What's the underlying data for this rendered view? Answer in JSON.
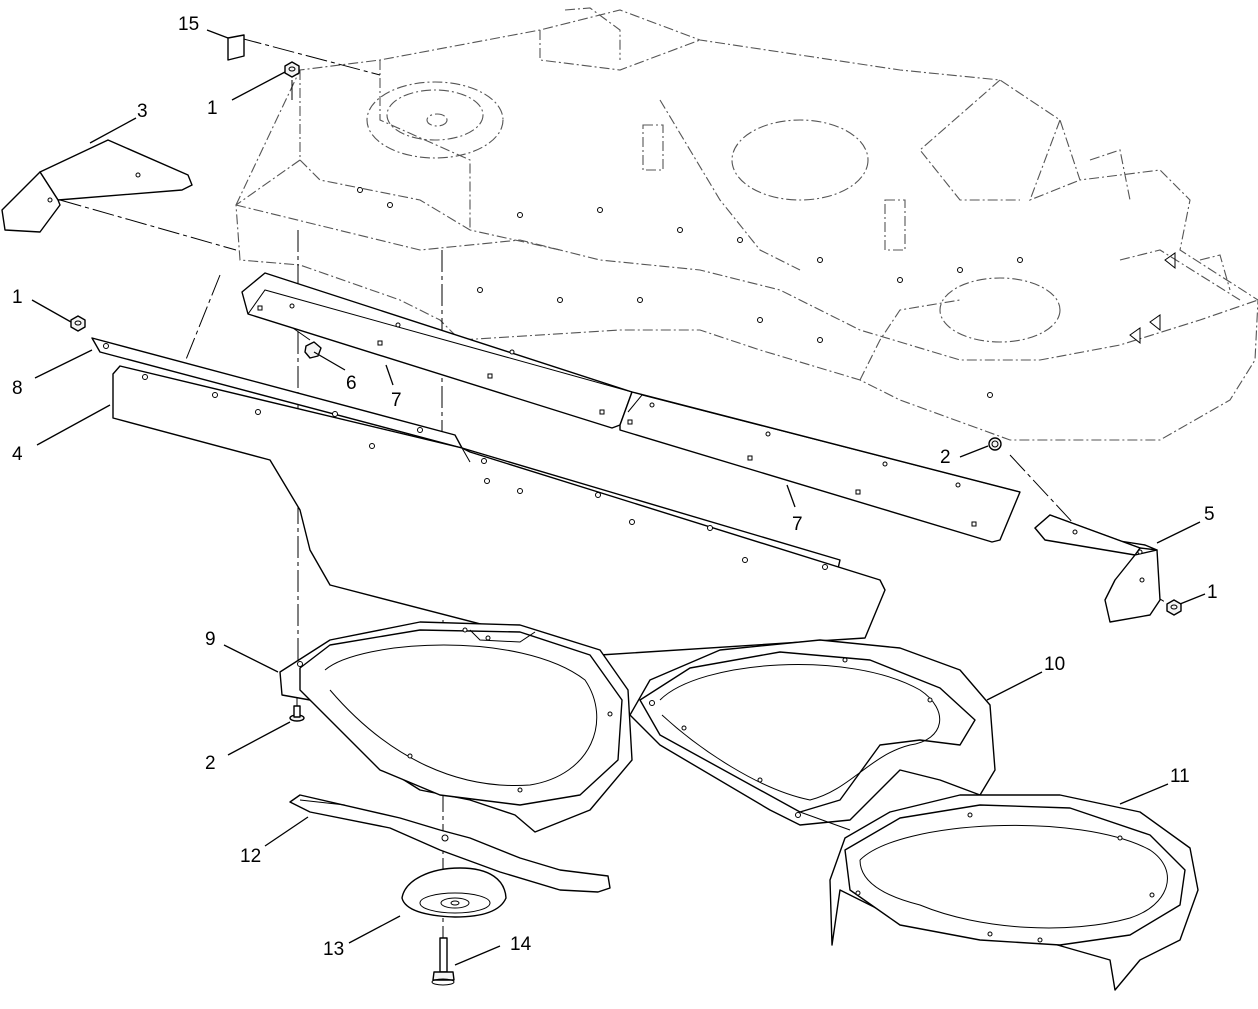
{
  "callouts": [
    {
      "id": "c15",
      "label": "15"
    },
    {
      "id": "c1a",
      "label": "1"
    },
    {
      "id": "c3",
      "label": "3"
    },
    {
      "id": "c1b",
      "label": "1"
    },
    {
      "id": "c8",
      "label": "8"
    },
    {
      "id": "c6",
      "label": "6"
    },
    {
      "id": "c7a",
      "label": "7"
    },
    {
      "id": "c4",
      "label": "4"
    },
    {
      "id": "c2a",
      "label": "2"
    },
    {
      "id": "c7b",
      "label": "7"
    },
    {
      "id": "c5",
      "label": "5"
    },
    {
      "id": "c1c",
      "label": "1"
    },
    {
      "id": "c9",
      "label": "9"
    },
    {
      "id": "c10",
      "label": "10"
    },
    {
      "id": "c2b",
      "label": "2"
    },
    {
      "id": "c11",
      "label": "11"
    },
    {
      "id": "c12",
      "label": "12"
    },
    {
      "id": "c13",
      "label": "13"
    },
    {
      "id": "c14",
      "label": "14"
    }
  ]
}
